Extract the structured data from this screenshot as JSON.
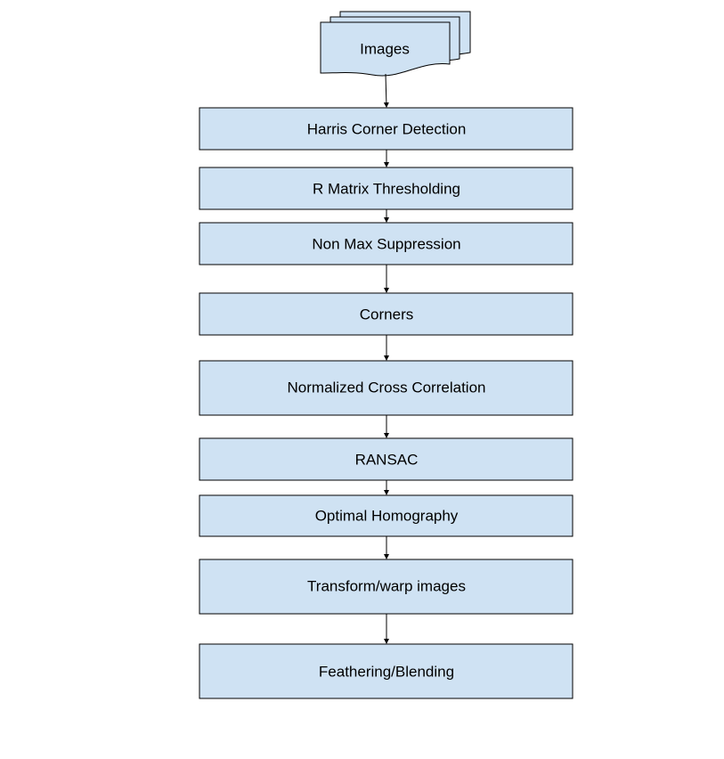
{
  "diagram": {
    "type": "flowchart",
    "colors": {
      "box_fill": "#cfe2f3",
      "box_stroke": "#000000",
      "text": "#000000"
    },
    "input": {
      "label": "Images",
      "shape": "multiple-documents"
    },
    "steps": [
      {
        "label": "Harris Corner Detection"
      },
      {
        "label": "R Matrix Thresholding"
      },
      {
        "label": "Non Max Suppression"
      },
      {
        "label": "Corners"
      },
      {
        "label": "Normalized Cross Correlation"
      },
      {
        "label": "RANSAC"
      },
      {
        "label": "Optimal Homography"
      },
      {
        "label": "Transform/warp images"
      },
      {
        "label": "Feathering/Blending"
      }
    ]
  }
}
